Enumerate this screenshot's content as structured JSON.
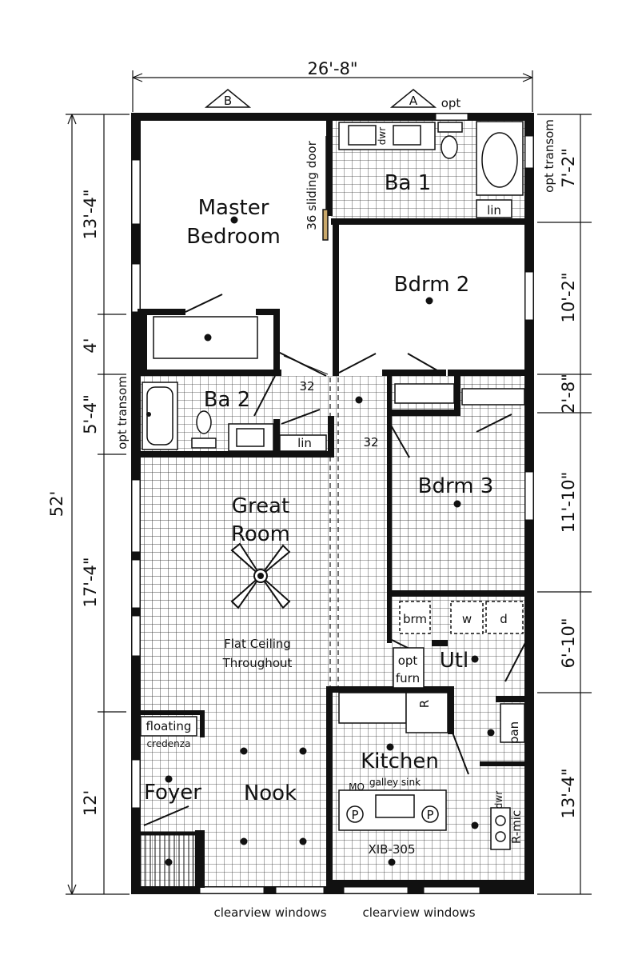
{
  "dimensions": {
    "overall_width": "26'-8\"",
    "overall_depth": "52'",
    "left": [
      "13'-4\"",
      "4'",
      "5'-4\"",
      "17'-4\"",
      "12'"
    ],
    "right": [
      "7'-2\"",
      "10'-2\"",
      "2'-8\"",
      "11'-10\"",
      "6'-10\"",
      "13'-4\""
    ]
  },
  "markers": {
    "a": "A",
    "b": "B",
    "opt": "opt"
  },
  "rooms": {
    "master": [
      "Master",
      "Bedroom"
    ],
    "ba1": "Ba 1",
    "bdrm2": "Bdrm 2",
    "ba2": "Ba 2",
    "bdrm3": "Bdrm 3",
    "great": [
      "Great",
      "Room"
    ],
    "utl": "Utl",
    "kitchen": "Kitchen",
    "foyer": "Foyer",
    "nook": "Nook"
  },
  "notes": {
    "sliding_door": "36 sliding door",
    "opt_transom_right": "opt transom",
    "opt_transom_left": "opt transom",
    "lin1": "lin",
    "lin2": "lin",
    "door32a": "32",
    "door32b": "32",
    "flat_ceiling": [
      "Flat Ceiling",
      "Throughout"
    ],
    "brm": "brm",
    "washer": "w",
    "dryer": "d",
    "opt_furn": [
      "opt",
      "furn"
    ],
    "fridge": "R",
    "pan": "pan",
    "floating": "floating",
    "credenza": "credenza",
    "galley_sink": "galley sink",
    "mo": "MO",
    "dwr_kitchen": "dwr",
    "dwr_bath": "dwr",
    "pendant": "P",
    "rmic": "R-mic",
    "model": "XIB-305",
    "clearview_left": "clearview windows",
    "clearview_right": "clearview windows"
  }
}
